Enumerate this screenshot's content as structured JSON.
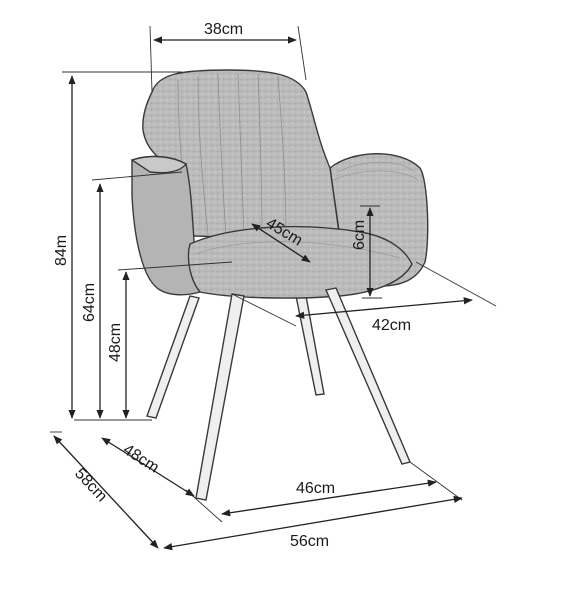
{
  "dimensions": {
    "back_width": "38cm",
    "total_height": "84m",
    "armrest_height": "64cm",
    "seat_height": "48cm",
    "seat_depth": "45cm",
    "armrest_thickness": "6cm",
    "seat_width": "42cm",
    "leg_depth": "48cm",
    "total_depth": "58cm",
    "leg_width": "46cm",
    "total_width": "56cm"
  },
  "colors": {
    "upholstery": "#b9b9b9",
    "upholstery_dark": "#8e8e8e",
    "legs": "#ededed",
    "lines": "#222222"
  }
}
